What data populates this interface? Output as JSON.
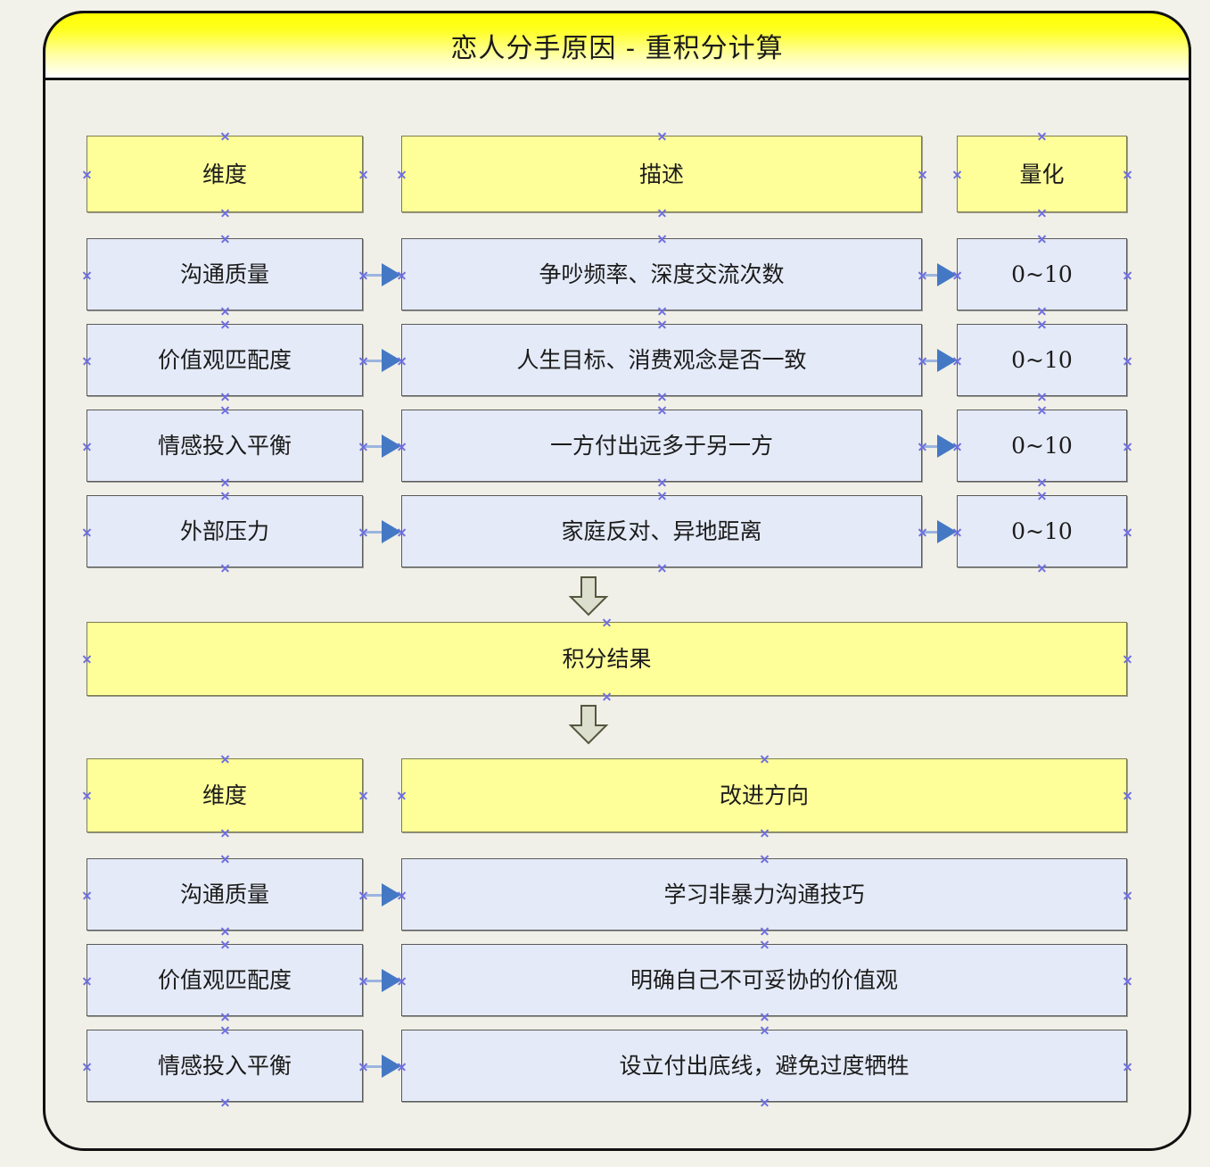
{
  "title": "恋人分手原因 - 重积分计算",
  "colors": {
    "page_background": "#f2f2ea",
    "frame_border": "#111111",
    "title_gradient_start": "#ffff00",
    "title_gradient_end": "#ffffff",
    "header_fill": "#ffff99",
    "header_border": "#7c7c52",
    "row_fill": "#e4eaf7",
    "row_border": "#5a5a5a",
    "arrow_head": "#4578c4",
    "arrow_line": "#9bb4e0",
    "block_arrow_fill": "#dcdfcd",
    "block_arrow_border": "#55563f",
    "connection_marker": "#6f6fe0"
  },
  "scoring_table": {
    "headers": {
      "dimension": "维度",
      "description": "描述",
      "quantify": "量化"
    },
    "rows": [
      {
        "dimension": "沟通质量",
        "description": "争吵频率、深度交流次数",
        "quantify": "0~10"
      },
      {
        "dimension": "价值观匹配度",
        "description": "人生目标、消费观念是否一致",
        "quantify": "0~10"
      },
      {
        "dimension": "情感投入平衡",
        "description": "一方付出远多于另一方",
        "quantify": "0~10"
      },
      {
        "dimension": "外部压力",
        "description": "家庭反对、异地距离",
        "quantify": "0~10"
      }
    ]
  },
  "result_box": {
    "label": "积分结果"
  },
  "improvement_table": {
    "headers": {
      "dimension": "维度",
      "direction": "改进方向"
    },
    "rows": [
      {
        "dimension": "沟通质量",
        "direction": "学习非暴力沟通技巧"
      },
      {
        "dimension": "价值观匹配度",
        "direction": "明确自己不可妥协的价值观"
      },
      {
        "dimension": "情感投入平衡",
        "direction": "设立付出底线，避免过度牺牲"
      }
    ]
  }
}
